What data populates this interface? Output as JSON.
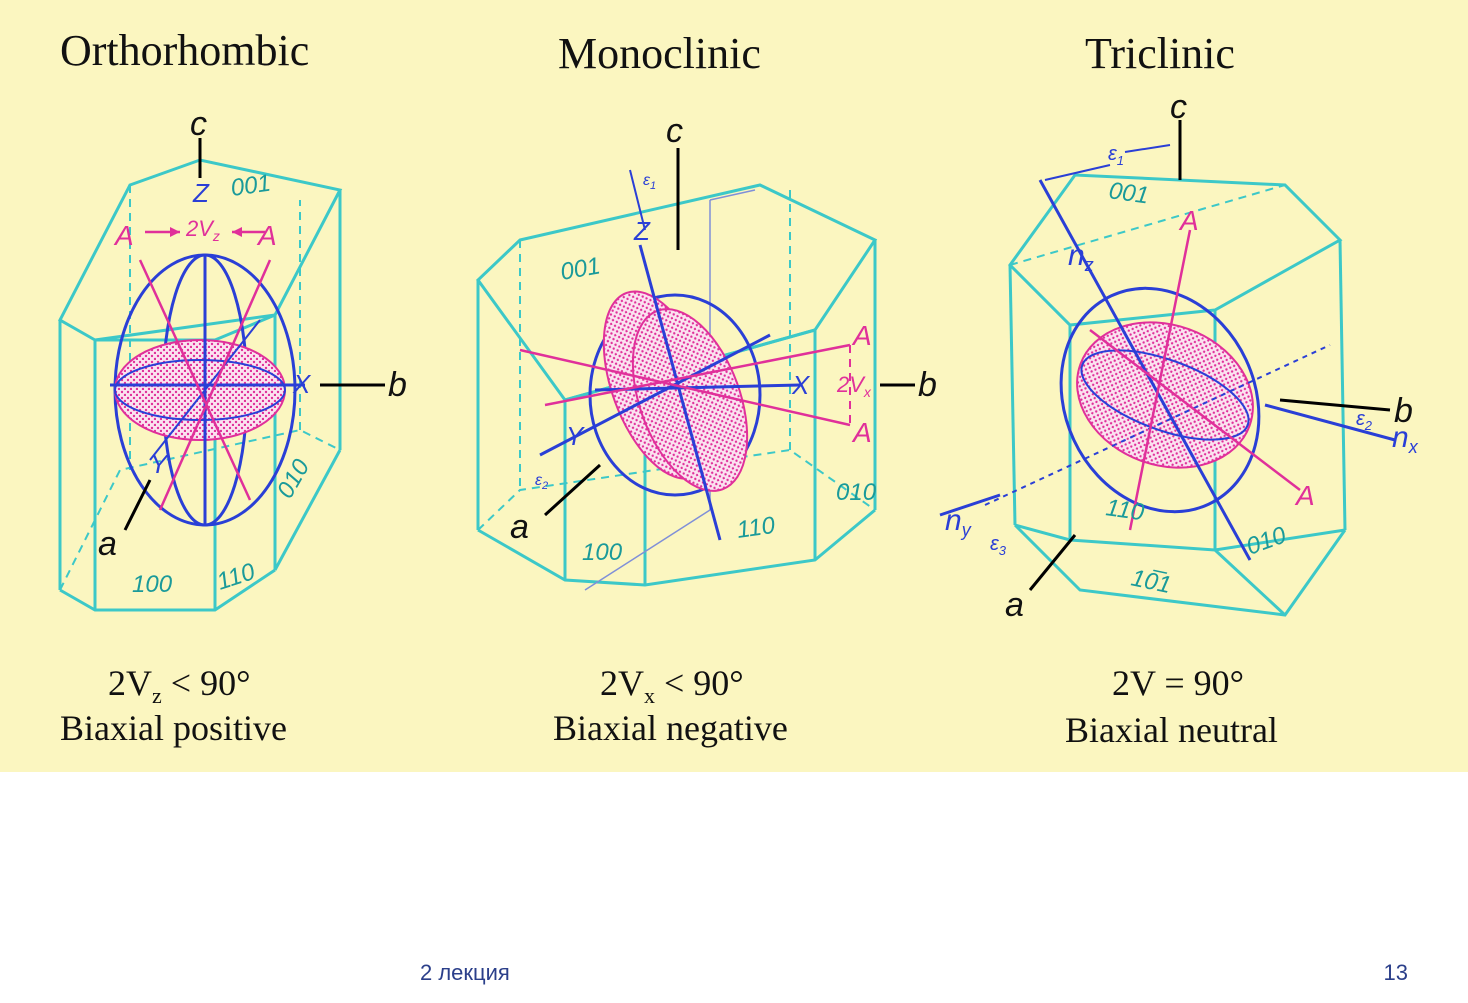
{
  "panels": [
    {
      "title": "Orthorhombic",
      "formula_main": "2V",
      "formula_sub": "z",
      "formula_rest": " < 90°",
      "sign": "Biaxial positive",
      "axes": {
        "c": "c",
        "b": "b",
        "a": "a"
      },
      "optic": {
        "z": "Z",
        "x": "X",
        "y": "Y",
        "a_left": "A",
        "a_right": "A",
        "angle_main": "2V",
        "angle_sub": "z"
      },
      "faces": {
        "top": "001",
        "front": "100",
        "side": "110",
        "right": "010"
      }
    },
    {
      "title": "Monoclinic",
      "formula_main": "2V",
      "formula_sub": "x",
      "formula_rest": " < 90°",
      "sign": "Biaxial negative",
      "axes": {
        "c": "c",
        "b": "b",
        "a": "a"
      },
      "optic": {
        "z": "Z",
        "x": "X",
        "y": "Y",
        "a_top": "A",
        "a_bottom": "A",
        "angle_main": "2V",
        "angle_sub": "x",
        "eps1": "ε",
        "eps1_sub": "1",
        "eps2": "ε",
        "eps2_sub": "2"
      },
      "faces": {
        "top": "001",
        "front": "100",
        "side": "110",
        "right": "010"
      }
    },
    {
      "title": "Triclinic",
      "formula_main": "2V",
      "formula_sub": "",
      "formula_rest": " = 90°",
      "sign": "Biaxial neutral",
      "axes": {
        "c": "c",
        "b": "b",
        "a": "a"
      },
      "optic": {
        "nz": "n",
        "nz_sub": "z",
        "nx": "n",
        "nx_sub": "x",
        "ny": "n",
        "ny_sub": "y",
        "a_top": "A",
        "a_bottom": "A",
        "eps1": "ε",
        "eps1_sub": "1",
        "eps2": "ε",
        "eps2_sub": "2",
        "eps3": "ε",
        "eps3_sub": "3"
      },
      "faces": {
        "top": "001",
        "front": "110",
        "right": "010",
        "bottom": "10̅1"
      }
    }
  ],
  "footer": {
    "label": "2 лекция",
    "page": "13"
  },
  "colors": {
    "background": "#fbf6c0",
    "crystal_edges": "#3cc8c8",
    "optic_blue": "#2a3fd6",
    "optic_pink": "#e0309a"
  }
}
